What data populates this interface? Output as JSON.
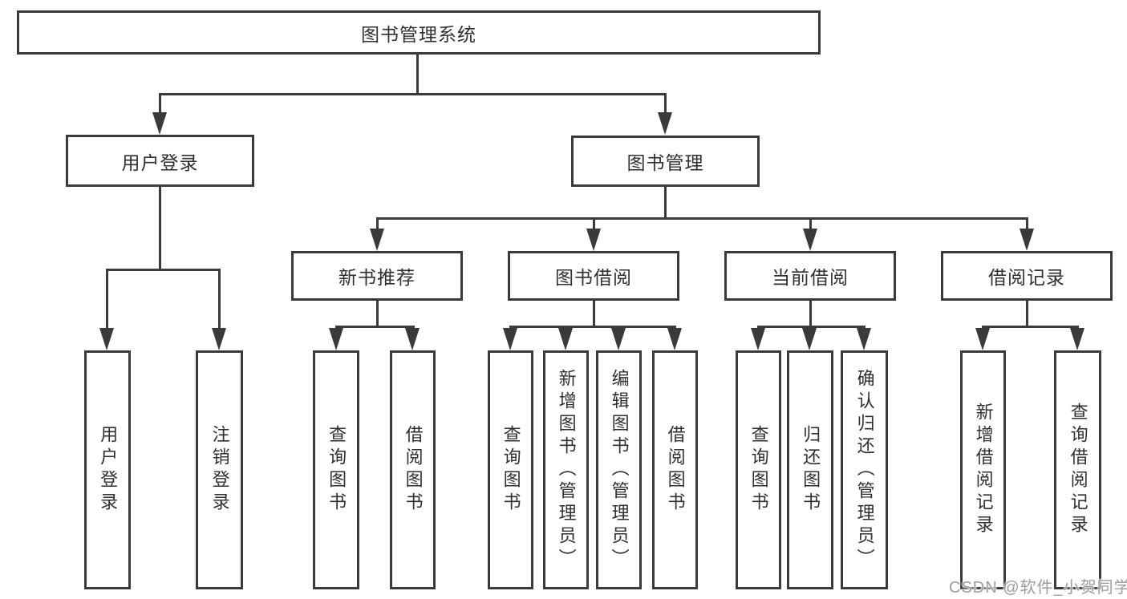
{
  "tree": {
    "root": {
      "label": "图书管理系统",
      "children": [
        {
          "label": "用户登录",
          "children": [
            {
              "label": "用户登录"
            },
            {
              "label": "注销登录"
            }
          ]
        },
        {
          "label": "图书管理",
          "children": [
            {
              "label": "新书推荐",
              "children": [
                {
                  "label": "查询图书"
                },
                {
                  "label": "借阅图书"
                }
              ]
            },
            {
              "label": "图书借阅",
              "children": [
                {
                  "label": "查询图书"
                },
                {
                  "label": "新增图书（管理员）"
                },
                {
                  "label": "编辑图书（管理员）"
                },
                {
                  "label": "借阅图书"
                }
              ]
            },
            {
              "label": "当前借阅",
              "children": [
                {
                  "label": "查询图书"
                },
                {
                  "label": "归还图书"
                },
                {
                  "label": "确认归还（管理员）"
                }
              ]
            },
            {
              "label": "借阅记录",
              "children": [
                {
                  "label": "新增借阅记录"
                },
                {
                  "label": "查询借阅记录"
                }
              ]
            }
          ]
        }
      ]
    }
  },
  "watermark": {
    "text": "CSDN @软件_小贺同学"
  },
  "colors": {
    "line": "#3a3a3a",
    "text": "#2f2f2f",
    "watermark": "#9c9c9c",
    "background": "#ffffff"
  }
}
